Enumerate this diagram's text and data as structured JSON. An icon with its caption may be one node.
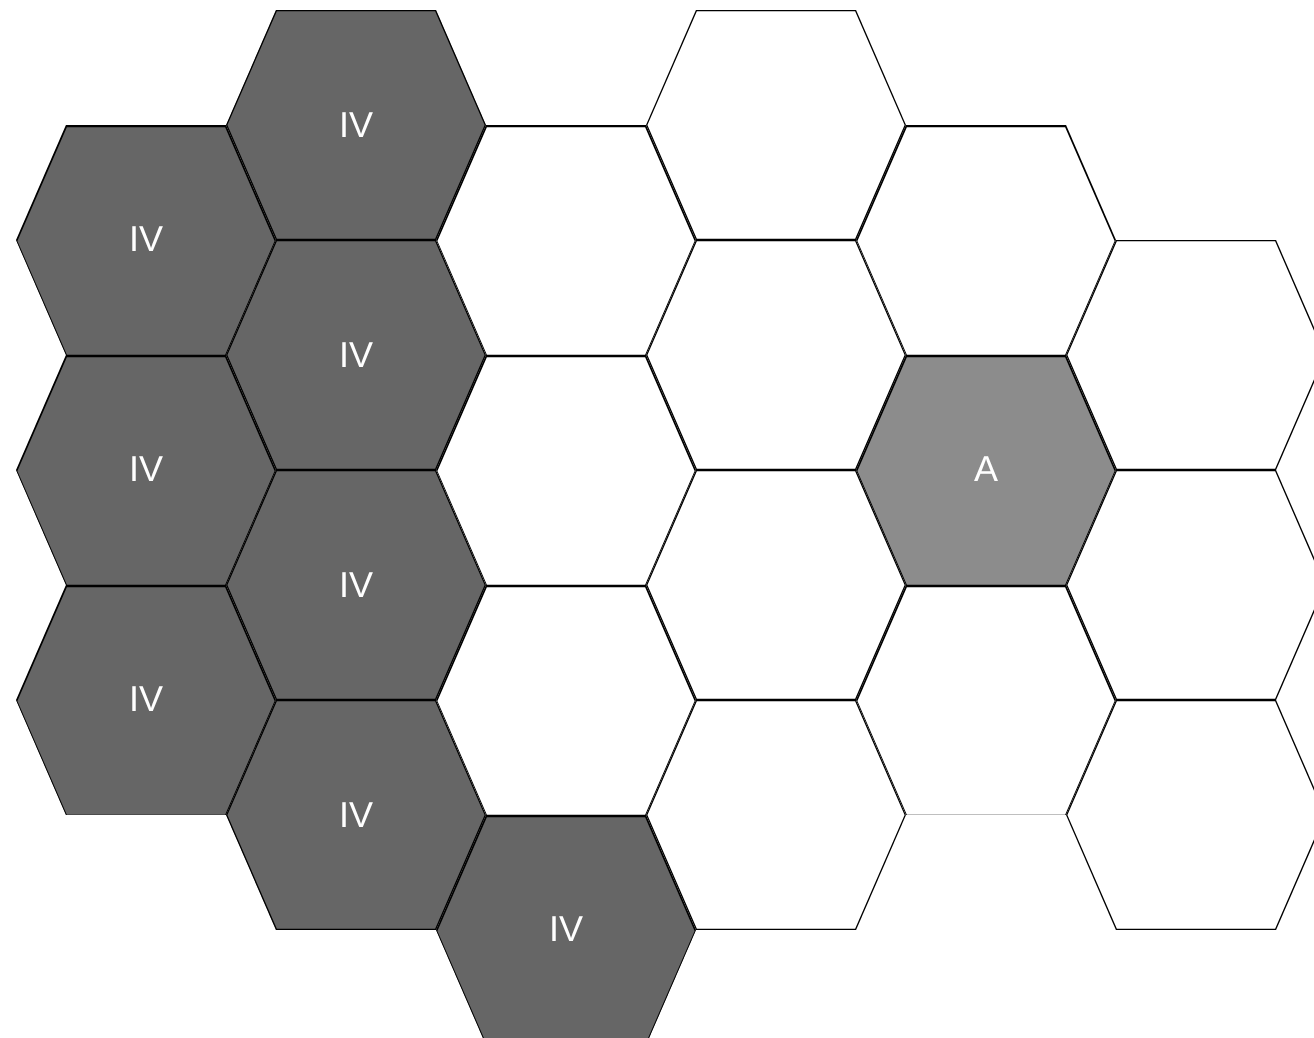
{
  "diagram": {
    "nodes": [
      {
        "text": [
          "IV"
        ]
      },
      {
        "text": [
          "IV"
        ]
      },
      {
        "text": [
          "IV"
        ]
      },
      {
        "text": [
          "IV"
        ]
      },
      {
        "text": [
          "IV"
        ]
      },
      {
        "text": [
          "IV"
        ]
      },
      {
        "text": [
          "IV"
        ]
      },
      {
        "text": [],
        "shape": "hexagon"
      },
      {
        "text": [],
        "shape": "hexagon"
      },
      {
        "text": [],
        "shape": "hexagon"
      },
      {
        "text": [
          "IV"
        ]
      },
      {
        "text": [],
        "shape": "hexagon"
      },
      {
        "text": [],
        "shape": "hexagon"
      },
      {
        "text": [],
        "shape": "hexagon"
      },
      {
        "text": [],
        "shape": "hexagon"
      },
      {
        "text": [],
        "shape": "hexagon"
      },
      {
        "text": [
          "A"
        ]
      },
      {
        "text": [],
        "shape": "hexagon"
      },
      {
        "text": [],
        "shape": "hexagon"
      },
      {
        "text": [],
        "shape": "hexagon"
      },
      {
        "text": [],
        "shape": "hexagon"
      }
    ]
  }
}
